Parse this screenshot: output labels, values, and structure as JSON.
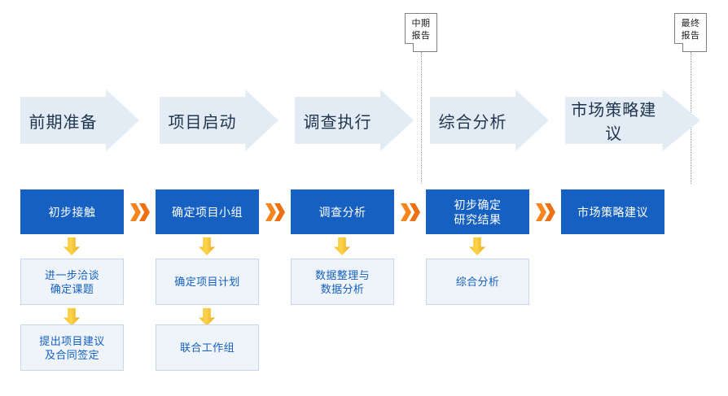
{
  "notes": [
    {
      "line1": "中期",
      "line2": "报告"
    },
    {
      "line1": "最终",
      "line2": "报告"
    }
  ],
  "phases": [
    {
      "label": "前期准备"
    },
    {
      "label": "项目启动"
    },
    {
      "label": "调查执行"
    },
    {
      "label": "综合分析"
    },
    {
      "label": "市场策略建议"
    }
  ],
  "stages": [
    {
      "label": "初步接触"
    },
    {
      "label": "确定项目小组"
    },
    {
      "label": "调查分析"
    },
    {
      "label": "初步确定\n研究结果"
    },
    {
      "label": "市场策略建议"
    }
  ],
  "substeps": {
    "col1": [
      {
        "label": "进一步洽谈\n确定课题"
      },
      {
        "label": "提出项目建议\n及合同签定"
      }
    ],
    "col2": [
      {
        "label": "确定项目计划"
      },
      {
        "label": "联合工作组"
      }
    ],
    "col3": [
      {
        "label": "数据整理与\n数据分析"
      }
    ],
    "col4": [
      {
        "label": "综合分析"
      }
    ]
  },
  "colors": {
    "stage_blue": "#1560c0",
    "phase_fill": "#e3ecf5",
    "phase_text": "#22354f",
    "sub_fill": "#eff4fb",
    "sub_border": "#c5d7ee",
    "chevron_orange": "#f5861f",
    "arrow_yellow": "#f2c230",
    "note_border": "#808080",
    "dotline": "#9a9a9a"
  }
}
